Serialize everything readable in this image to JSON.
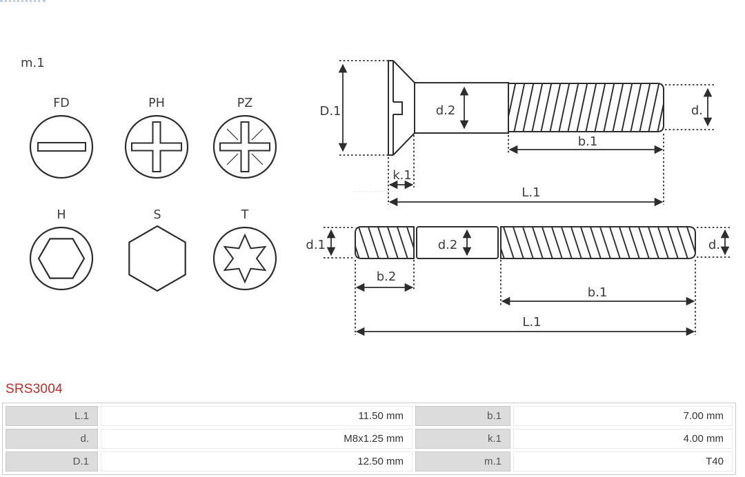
{
  "part_number": "SRS3004",
  "diagram": {
    "torque_label": "m.1",
    "head_types": [
      {
        "id": "FD",
        "label": "FD"
      },
      {
        "id": "PH",
        "label": "PH"
      },
      {
        "id": "PZ",
        "label": "PZ"
      },
      {
        "id": "H",
        "label": "H"
      },
      {
        "id": "S",
        "label": "S"
      },
      {
        "id": "T",
        "label": "T"
      }
    ],
    "top_screw": {
      "D1": "D.1",
      "d2": "d.2",
      "b1": "b.1",
      "d": "d.",
      "k1": "k.1",
      "L1": "L.1"
    },
    "bottom_screw": {
      "d1": "d.1",
      "d2": "d.2",
      "b2": "b.2",
      "b1": "b.1",
      "L1": "L.1",
      "d": "d."
    }
  },
  "table": {
    "rows": [
      {
        "label1": "L.1",
        "value1": "11.50 mm",
        "label2": "b.1",
        "value2": "7.00 mm"
      },
      {
        "label1": "d.",
        "value1": "M8x1.25 mm",
        "label2": "k.1",
        "value2": "4.00 mm"
      },
      {
        "label1": "D.1",
        "value1": "12.50 mm",
        "label2": "m.1",
        "value2": "T40"
      }
    ]
  },
  "colors": {
    "line": "#2d2d2d",
    "text": "#3c3c3c",
    "accent_red": "#bf2b2b",
    "cell_gray": "#dcdcdc",
    "artifact_blue": "#b9cfe6"
  }
}
